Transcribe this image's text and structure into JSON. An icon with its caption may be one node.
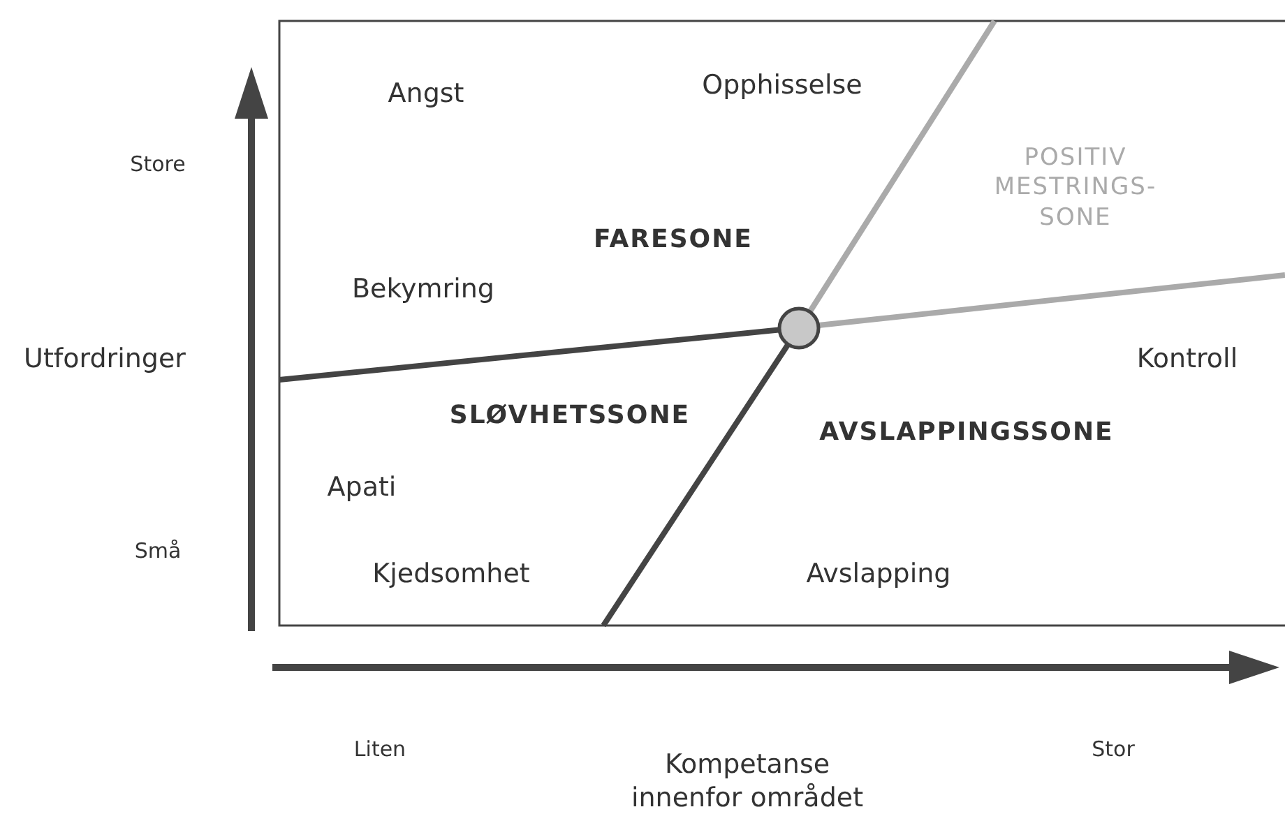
{
  "diagram": {
    "labels": [
      "Angst",
      "Opphisselse",
      "Store",
      "POSITIV MESTRINGS- SONE",
      "FARESONE",
      "Bekymring",
      "Utfordringer",
      "Kontroll",
      "SLØVHETSSONE",
      "AVSLAPPINGSSONE",
      "Apati",
      "Små",
      "Kjedsomhet",
      "Avslapping",
      "Liten",
      "Stor",
      "Kompetanse innenfor området"
    ]
  }
}
